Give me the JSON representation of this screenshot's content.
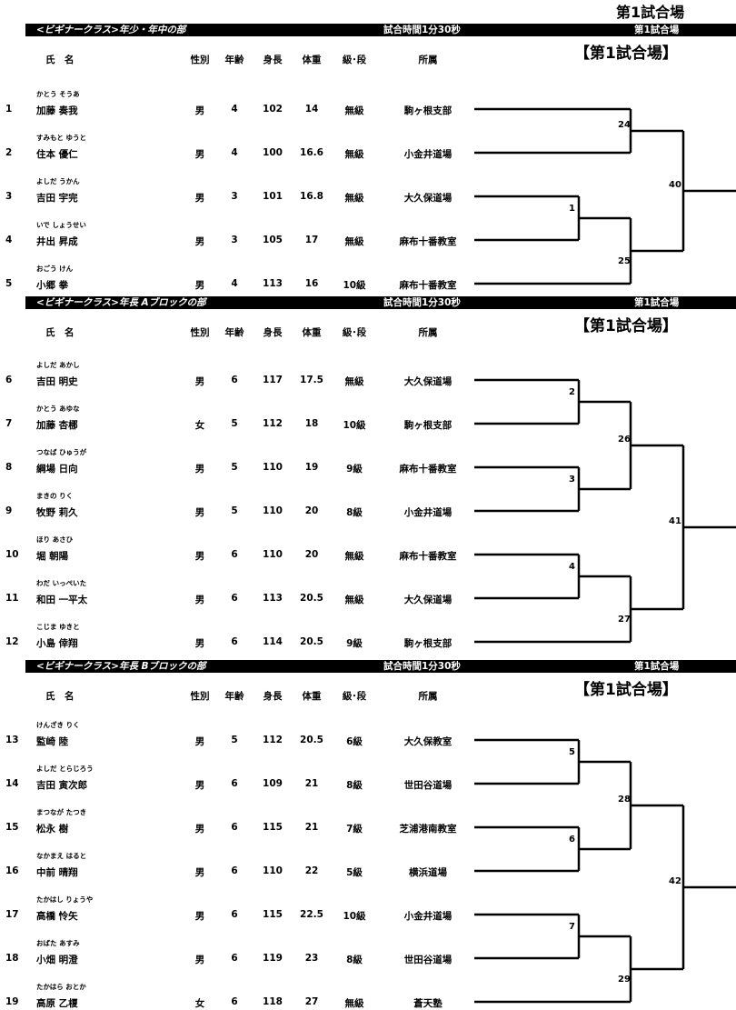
{
  "page_title": "第1試合場",
  "headers": {
    "name": "氏　名",
    "sex": "性別",
    "age": "年齢",
    "height": "身長",
    "weight": "体重",
    "rank": "級･段",
    "affiliation": "所属"
  },
  "sections": [
    {
      "class_label": "<ビギナークラス>年少・年中の部",
      "time": "試合時間1分30秒",
      "ring_small": "第1試合場",
      "ring_big": "【第1試合場】",
      "players": [
        {
          "no": "1",
          "furigana": "かとう そうあ",
          "name": "加藤 奏我",
          "sex": "男",
          "age": "4",
          "height": "102",
          "weight": "14",
          "rank": "無級",
          "affiliation": "駒ヶ根支部"
        },
        {
          "no": "2",
          "furigana": "すみもと ゆうと",
          "name": "住本 優仁",
          "sex": "男",
          "age": "4",
          "height": "100",
          "weight": "16.6",
          "rank": "無級",
          "affiliation": "小金井道場"
        },
        {
          "no": "3",
          "furigana": "よしだ うかん",
          "name": "吉田 宇完",
          "sex": "男",
          "age": "3",
          "height": "101",
          "weight": "16.8",
          "rank": "無級",
          "affiliation": "大久保道場"
        },
        {
          "no": "4",
          "furigana": "いで しょうせい",
          "name": "井出 昇成",
          "sex": "男",
          "age": "3",
          "height": "105",
          "weight": "17",
          "rank": "無級",
          "affiliation": "麻布十番教室"
        },
        {
          "no": "5",
          "furigana": "おごう けん",
          "name": "小郷 拳",
          "sex": "男",
          "age": "4",
          "height": "113",
          "weight": "16",
          "rank": "10級",
          "affiliation": "麻布十番教室"
        }
      ],
      "matches": [
        "24",
        "1",
        "25",
        "40"
      ]
    },
    {
      "class_label": "<ビギナークラス>年長 Aブロックの部",
      "time": "試合時間1分30秒",
      "ring_small": "第1試合場",
      "ring_big": "【第1試合場】",
      "players": [
        {
          "no": "6",
          "furigana": "よしだ あかし",
          "name": "吉田 明史",
          "sex": "男",
          "age": "6",
          "height": "117",
          "weight": "17.5",
          "rank": "無級",
          "affiliation": "大久保道場"
        },
        {
          "no": "7",
          "furigana": "かとう あゆな",
          "name": "加藤 杏梛",
          "sex": "女",
          "age": "5",
          "height": "112",
          "weight": "18",
          "rank": "10級",
          "affiliation": "駒ヶ根支部"
        },
        {
          "no": "8",
          "furigana": "つなば ひゅうが",
          "name": "綱場 日向",
          "sex": "男",
          "age": "5",
          "height": "110",
          "weight": "19",
          "rank": "9級",
          "affiliation": "麻布十番教室"
        },
        {
          "no": "9",
          "furigana": "まきの りく",
          "name": "牧野 莉久",
          "sex": "男",
          "age": "5",
          "height": "110",
          "weight": "20",
          "rank": "8級",
          "affiliation": "小金井道場"
        },
        {
          "no": "10",
          "furigana": "ほり あさひ",
          "name": "堀 朝陽",
          "sex": "男",
          "age": "6",
          "height": "110",
          "weight": "20",
          "rank": "無級",
          "affiliation": "麻布十番教室"
        },
        {
          "no": "11",
          "furigana": "わだ いっぺいた",
          "name": "和田 一平太",
          "sex": "男",
          "age": "6",
          "height": "113",
          "weight": "20.5",
          "rank": "無級",
          "affiliation": "大久保道場"
        },
        {
          "no": "12",
          "furigana": "こじま ゆきと",
          "name": "小島 倖翔",
          "sex": "男",
          "age": "6",
          "height": "114",
          "weight": "20.5",
          "rank": "9級",
          "affiliation": "駒ヶ根支部"
        }
      ],
      "matches": [
        "2",
        "3",
        "4",
        "26",
        "27",
        "41"
      ]
    },
    {
      "class_label": "<ビギナークラス>年長 Bブロックの部",
      "time": "試合時間1分30秒",
      "ring_small": "第1試合場",
      "ring_big": "【第1試合場】",
      "players": [
        {
          "no": "13",
          "furigana": "けんざき りく",
          "name": "監崎 陸",
          "sex": "男",
          "age": "5",
          "height": "112",
          "weight": "20.5",
          "rank": "6級",
          "affiliation": "大久保教室"
        },
        {
          "no": "14",
          "furigana": "よしだ とらじろう",
          "name": "吉田 寅次郎",
          "sex": "男",
          "age": "6",
          "height": "109",
          "weight": "21",
          "rank": "8級",
          "affiliation": "世田谷道場"
        },
        {
          "no": "15",
          "furigana": "まつなが たつき",
          "name": "松永 樹",
          "sex": "男",
          "age": "6",
          "height": "115",
          "weight": "21",
          "rank": "7級",
          "affiliation": "芝浦港南教室"
        },
        {
          "no": "16",
          "furigana": "なかまえ はると",
          "name": "中前 晴翔",
          "sex": "男",
          "age": "6",
          "height": "110",
          "weight": "22",
          "rank": "5級",
          "affiliation": "横浜道場"
        },
        {
          "no": "17",
          "furigana": "たかはし りょうや",
          "name": "高橋 怜矢",
          "sex": "男",
          "age": "6",
          "height": "115",
          "weight": "22.5",
          "rank": "10級",
          "affiliation": "小金井道場"
        },
        {
          "no": "18",
          "furigana": "おばた あすみ",
          "name": "小畑 明澄",
          "sex": "男",
          "age": "6",
          "height": "119",
          "weight": "23",
          "rank": "8級",
          "affiliation": "世田谷道場"
        },
        {
          "no": "19",
          "furigana": "たかはら おとか",
          "name": "高原 乙榎",
          "sex": "女",
          "age": "6",
          "height": "118",
          "weight": "27",
          "rank": "無級",
          "affiliation": "蒼天塾"
        }
      ],
      "matches": [
        "5",
        "6",
        "7",
        "28",
        "29",
        "42"
      ]
    }
  ]
}
